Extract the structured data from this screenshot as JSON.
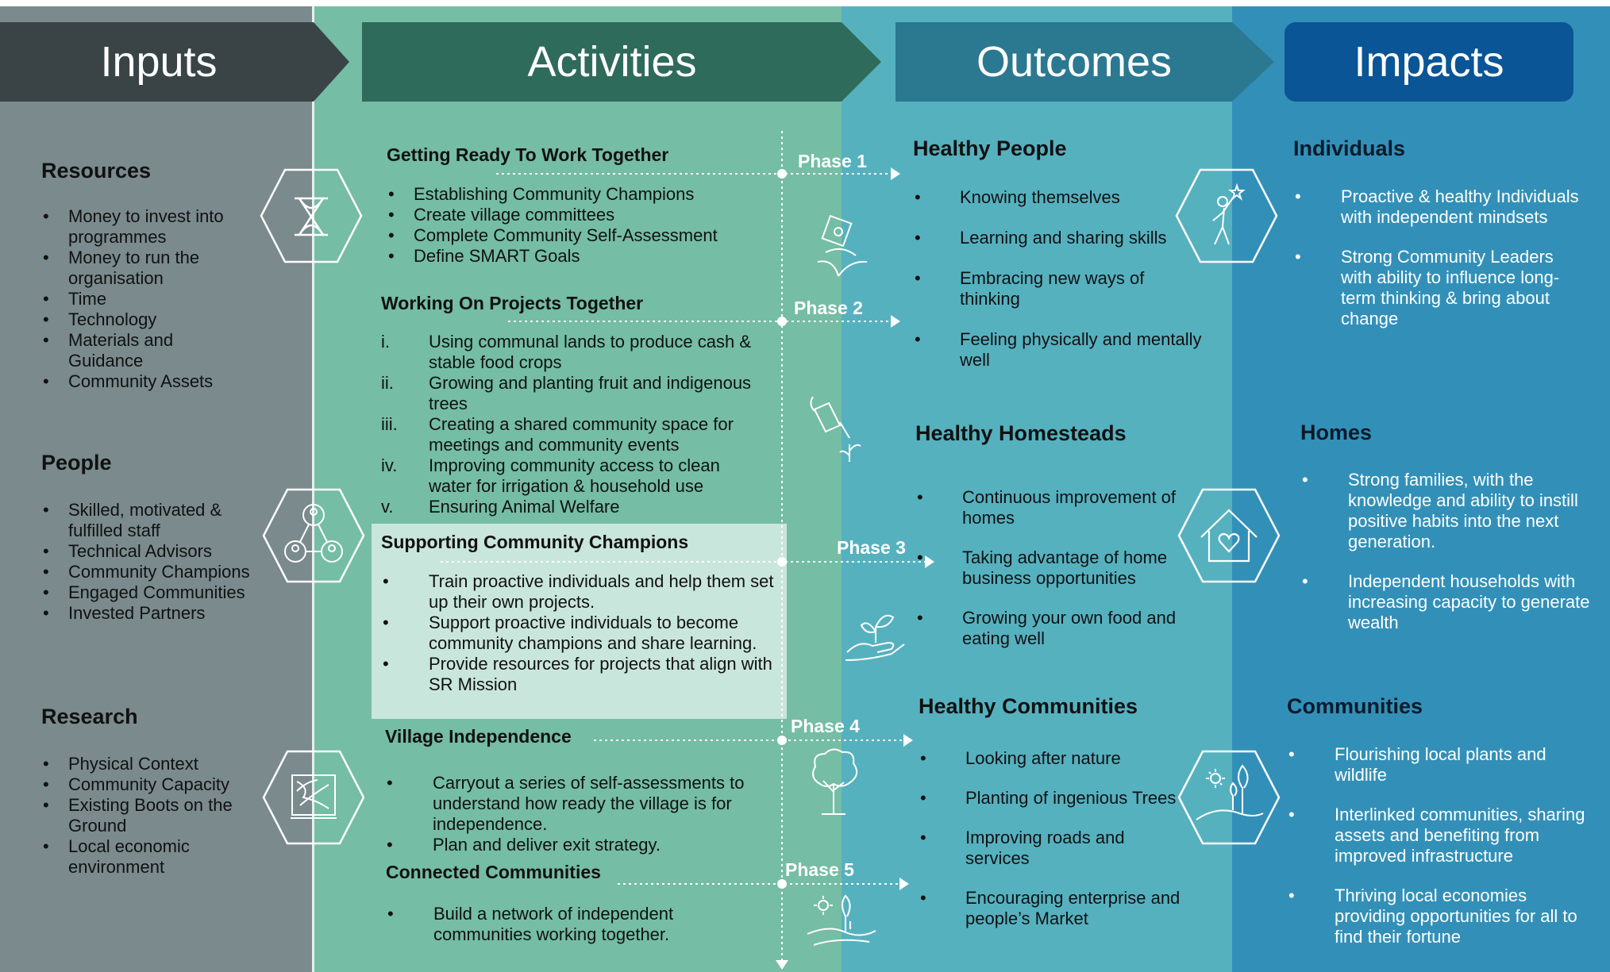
{
  "headers": {
    "inputs": "Inputs",
    "activities": "Activities",
    "outcomes": "Outcomes",
    "impacts": "Impacts"
  },
  "colors": {
    "inputs_bg": "#7a8a8d",
    "inputs_arrow": "#3a4447",
    "activities_bg": "#75bda5",
    "activities_arrow": "#2f6b5a",
    "outcomes_bg": "#56b1bf",
    "outcomes_arrow": "#2b7891",
    "impacts_bg": "#3290b8",
    "impacts_header": "#0a5595",
    "highlight": "#c9e6dc"
  },
  "inputs": {
    "resources": {
      "title": "Resources",
      "items": [
        "Money to invest into programmes",
        "Money to run the organisation",
        "Time",
        "Technology",
        "Materials and Guidance",
        "Community Assets"
      ],
      "icon": "hourglass-icon"
    },
    "people": {
      "title": "People",
      "items": [
        "Skilled, motivated & fulfilled staff",
        "Technical Advisors",
        "Community Champions",
        "Engaged Communities",
        "Invested Partners"
      ],
      "icon": "network-people-icon"
    },
    "research": {
      "title": "Research",
      "items": [
        "Physical Context",
        "Community Capacity",
        "Existing Boots on the Ground",
        "Local economic environment"
      ],
      "icon": "map-icon"
    }
  },
  "activities": {
    "getting_ready": {
      "title": "Getting Ready To Work Together",
      "items": [
        "Establishing Community Champions",
        "Create village committees",
        "Complete Community Self-Assessment",
        "Define SMART Goals"
      ],
      "phase": "Phase 1"
    },
    "working_on_projects": {
      "title": "Working On Projects Together",
      "items": [
        {
          "num": "i.",
          "text": "Using communal lands to produce cash & stable food crops"
        },
        {
          "num": "ii.",
          "text": "Growing and planting fruit and indigenous trees"
        },
        {
          "num": "iii.",
          "text": "Creating a shared community space for meetings and community events"
        },
        {
          "num": "iv.",
          "text": "Improving community access to clean water for irrigation & household use"
        },
        {
          "num": "v.",
          "text": "Ensuring Animal Welfare"
        }
      ],
      "phase": "Phase 2"
    },
    "supporting_champions": {
      "title": "Supporting Community Champions",
      "items": [
        "Train proactive individuals and help them set up their own projects.",
        "Support proactive individuals to become community champions and share learning.",
        "Provide resources for projects that align with SR Mission"
      ],
      "phase": "Phase 3"
    },
    "village_independence": {
      "title": "Village Independence",
      "items": [
        "Carryout a series of self-assessments to understand how ready the village is for independence.",
        "Plan and deliver exit strategy."
      ],
      "phase": "Phase 4"
    },
    "connected_communities": {
      "title": "Connected Communities",
      "items": [
        "Build a network of independent communities working together."
      ],
      "phase": "Phase 5"
    }
  },
  "outcomes": {
    "healthy_people": {
      "title": "Healthy People",
      "items": [
        "Knowing themselves",
        "Learning and sharing skills",
        "Embracing new ways of thinking",
        "Feeling physically and mentally well"
      ]
    },
    "healthy_homesteads": {
      "title": "Healthy Homesteads",
      "items": [
        "Continuous improvement of homes",
        "Taking advantage of home business opportunities",
        "Growing your own food and eating well"
      ]
    },
    "healthy_communities": {
      "title": "Healthy Communities",
      "items": [
        "Looking after nature",
        "Planting of ingenious Trees",
        "Improving roads and services",
        "Encouraging enterprise and people’s Market"
      ]
    }
  },
  "impacts": {
    "individuals": {
      "title": "Individuals",
      "items": [
        "Proactive & healthy Individuals with independent mindsets",
        "Strong Community Leaders with ability to influence long-term thinking & bring about change"
      ],
      "icon": "person-reaching-star-icon"
    },
    "homes": {
      "title": "Homes",
      "items": [
        "Strong families, with the knowledge and ability to instill positive habits into the next generation.",
        "Independent households with increasing capacity to generate wealth"
      ],
      "icon": "house-heart-icon"
    },
    "communities": {
      "title": "Communities",
      "items": [
        "Flourishing local plants and wildlife",
        "Interlinked communities, sharing assets and benefiting from improved infrastructure",
        "Thriving local economies providing opportunities for all to find their fortune"
      ],
      "icon": "landscape-trees-icon"
    }
  }
}
